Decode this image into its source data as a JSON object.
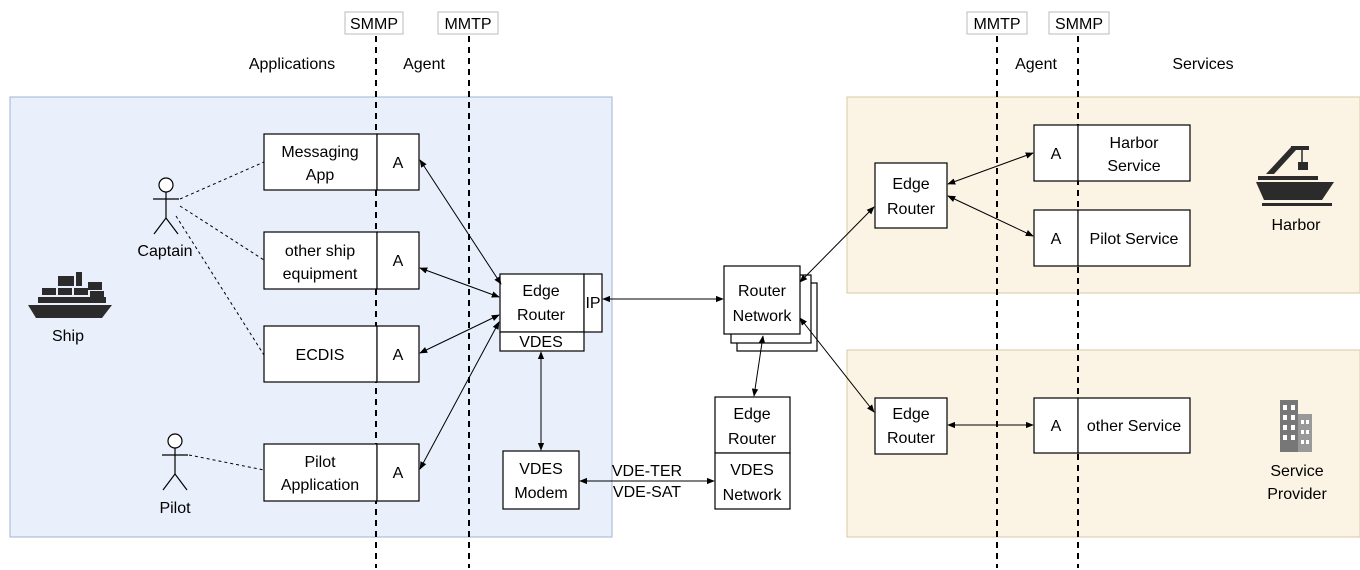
{
  "colors": {
    "ship_zone": "#EAF0FB",
    "ship_zone_border": "#9FB3D1",
    "harbor_zone": "#FBF3E3",
    "harbor_zone_border": "#D8C9A6",
    "provider_zone": "#FBF3E3"
  },
  "header": {
    "smmp_left": "SMMP",
    "mmtp_left": "MMTP",
    "mmtp_right": "MMTP",
    "smmp_right": "SMMP",
    "applications": "Applications",
    "agent_left": "Agent",
    "agent_right": "Agent",
    "services": "Services"
  },
  "actors": {
    "captain": "Captain",
    "pilot": "Pilot"
  },
  "zones": {
    "ship": "Ship",
    "harbor": "Harbor",
    "provider_line1": "Service",
    "provider_line2": "Provider"
  },
  "icons": {
    "ship": "cargo-ship-icon",
    "harbor": "harbor-crane-ship-icon",
    "provider": "office-building-icon"
  },
  "apps": {
    "messaging": [
      "Messaging",
      "App"
    ],
    "other_equipment": [
      "other ship",
      "equipment"
    ],
    "ecdis": "ECDIS",
    "pilot_app": [
      "Pilot",
      "Application"
    ],
    "agent_letter": "A"
  },
  "ship_router": {
    "line1": "Edge",
    "line2": "Router",
    "ip": "IP",
    "vdes": "VDES"
  },
  "router_network": [
    "Router",
    "Network"
  ],
  "vdes_modem": [
    "VDES",
    "Modem"
  ],
  "vdes_network": {
    "edge1": "Edge",
    "edge2": "Router",
    "net1": "VDES",
    "net2": "Network"
  },
  "links": {
    "vde_ter": "VDE-TER",
    "vde_sat": "VDE-SAT"
  },
  "harbor_router": [
    "Edge",
    "Router"
  ],
  "provider_router": [
    "Edge",
    "Router"
  ],
  "services": {
    "harbor": [
      "Harbor",
      "Service"
    ],
    "pilot": "Pilot Service",
    "other": "other Service",
    "agent_letter": "A"
  }
}
